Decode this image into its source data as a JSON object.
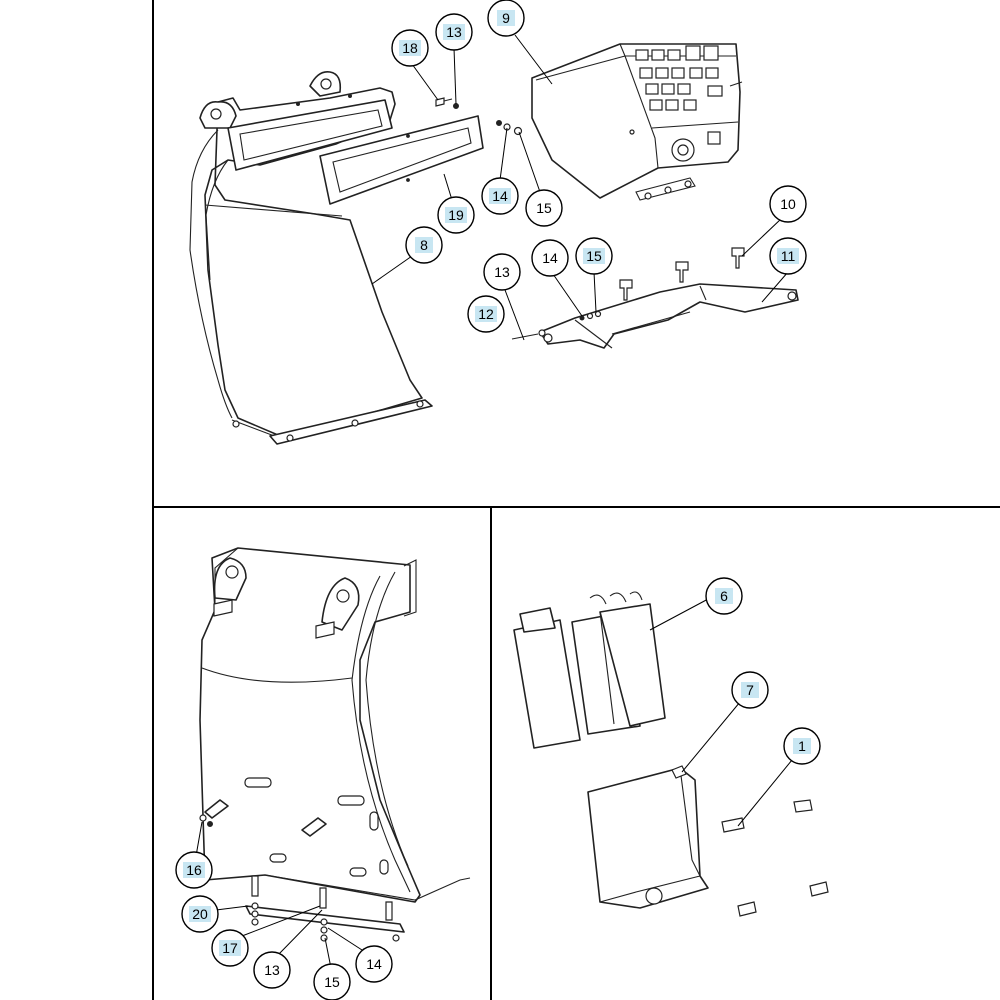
{
  "callouts": {
    "p1": {
      "c9": "9",
      "c18": "18",
      "c13": "13",
      "c14": "14",
      "c15": "15",
      "c19": "19",
      "c8": "8",
      "c10": "10",
      "c11": "11",
      "c14b": "14",
      "c15b": "15",
      "c13b": "13",
      "c12": "12"
    },
    "p2": {
      "c16": "16",
      "c20": "20",
      "c17": "17",
      "c13": "13",
      "c15": "15",
      "c14": "14"
    },
    "p3": {
      "c6": "6",
      "c7": "7",
      "c1": "1"
    }
  },
  "highlight_color": "#c8e6f2"
}
